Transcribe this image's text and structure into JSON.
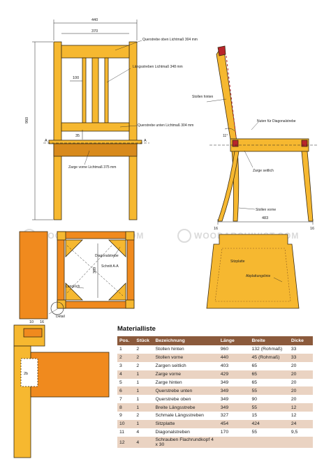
{
  "front_view": {
    "dim_width_outer": "440",
    "dim_width_inner": "370",
    "dim_height": "960",
    "dim_gap": "100",
    "dim_small": "35",
    "section_mark": "A",
    "label_top_rail": "Querstrebe oben Lichtmaß 304 mm",
    "label_long_slat": "Längsstreben Lichtmaß 348 mm",
    "label_lower_rail": "Querstrebe unten Lichtmaß 304 mm",
    "label_front_apron": "Zarge vorne Lichtmaß 375 mm"
  },
  "side_view": {
    "label_back_leg": "Stollen hinten",
    "label_groove": "Nuten für Diagonalstrebe",
    "label_angle": "11°",
    "label_side_apron": "Zarge seitlich",
    "label_front_leg": "Stollen vorne",
    "dim_depth": "483",
    "dim_left": "16",
    "dim_right": "16"
  },
  "section_view": {
    "label_diagonal": "Diagonalstrebe",
    "label_slot": "Langloch",
    "label_section": "Schnitt A-A",
    "dim_369": "369",
    "label_detail": "Detail"
  },
  "seat_view": {
    "label_seat": "Sitzplatte",
    "label_flatten": "Abplattungslinie"
  },
  "detail_view": {
    "dim_1": "10",
    "dim_2": "16",
    "dim_3": "2b"
  },
  "watermark": "WOODARCHIVIST.COM",
  "colors": {
    "wood": "#f6b830",
    "wood_dark": "#d88a1c",
    "orange": "#f08a1e",
    "outline": "#3a2a10",
    "table_header": "#8b5a3c",
    "table_stripe": "#ead3c2"
  },
  "materials": {
    "title": "Materialliste",
    "headers": [
      "Pos.",
      "Stück",
      "Bezeichnung",
      "Länge",
      "Breite",
      "Dicke"
    ],
    "rows": [
      [
        "1",
        "2",
        "Stollen hinten",
        "960",
        "132 (Rohmaß)",
        "33"
      ],
      [
        "2",
        "2",
        "Stollen vorne",
        "440",
        "45 (Rohmaß)",
        "33"
      ],
      [
        "3",
        "2",
        "Zargen seitlich",
        "403",
        "65",
        "20"
      ],
      [
        "4",
        "1",
        "Zarge vorne",
        "429",
        "65",
        "20"
      ],
      [
        "5",
        "1",
        "Zarge hinten",
        "349",
        "65",
        "20"
      ],
      [
        "6",
        "1",
        "Querstrebe unten",
        "349",
        "55",
        "20"
      ],
      [
        "7",
        "1",
        "Querstrebe oben",
        "349",
        "90",
        "20"
      ],
      [
        "8",
        "1",
        "Breite Längsstrebe",
        "349",
        "55",
        "12"
      ],
      [
        "9",
        "2",
        "Schmale Längsstreben",
        "327",
        "15",
        "12"
      ],
      [
        "10",
        "1",
        "Sitzplatte",
        "454",
        "424",
        "24"
      ],
      [
        "11",
        "4",
        "Diagonalstreben",
        "170",
        "55",
        "9,5"
      ],
      [
        "12",
        "4",
        "Schrauben Flachrundkopf 4 x 30",
        "",
        "",
        ""
      ]
    ]
  }
}
